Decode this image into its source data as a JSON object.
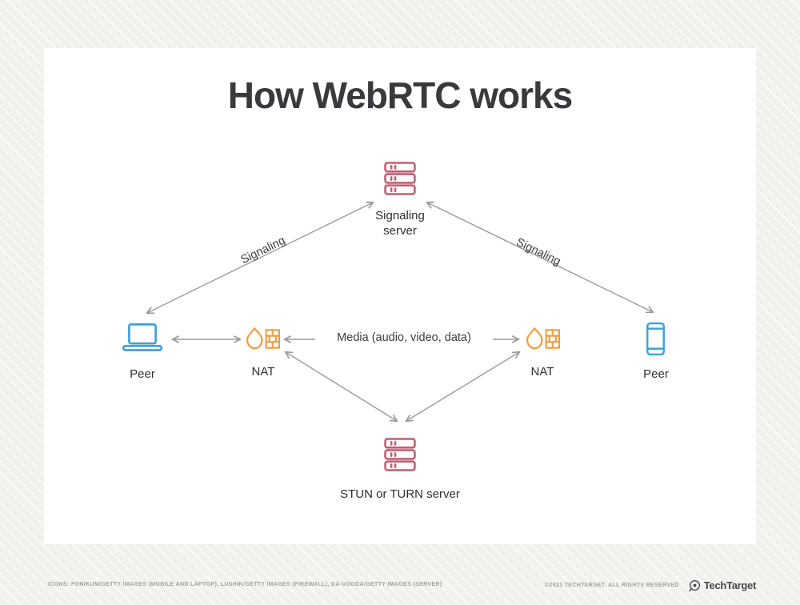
{
  "title": "How WebRTC works",
  "nodes": {
    "signaling_server": {
      "label": "Signaling server"
    },
    "stun_turn_server": {
      "label": "STUN or TURN server"
    },
    "peer_left": {
      "label": "Peer"
    },
    "peer_right": {
      "label": "Peer"
    },
    "nat_left": {
      "label": "NAT"
    },
    "nat_right": {
      "label": "NAT"
    }
  },
  "edges": {
    "signaling_left": {
      "label": "Signaling"
    },
    "signaling_right": {
      "label": "Signaling"
    },
    "media": {
      "label": "Media (audio, video, data)"
    }
  },
  "footer": {
    "credits": "ICONS: FONIKUM/GETTY IMAGES (MOBILE AND LAPTOP), LUSHIK/GETTY IMAGES (FIREWALL), DA-VOODA/GETTY IMAGES (SERVER)",
    "copyright": "©2021 TECHTARGET. ALL RIGHTS RESERVED",
    "brand": "TechTarget"
  },
  "colors": {
    "server": "#c25e72",
    "device": "#41a0d9",
    "nat": "#f59b3f",
    "arrow": "#9a9a9a",
    "title": "#3a393d"
  }
}
